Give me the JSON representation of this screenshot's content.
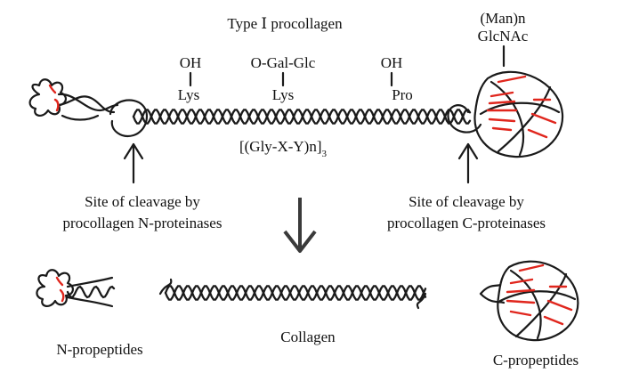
{
  "title": "Type Ⅰ procollagen",
  "modifications": {
    "carbohydrate_top": "(Man)n",
    "carbohydrate_bottom": "GlcNAc",
    "lys_oh_group": "OH",
    "lys_oh_residue": "Lys",
    "lys_sugar_group": "O-Gal-Glc",
    "lys_sugar_residue": "Lys",
    "pro_oh_group": "OH",
    "pro_oh_residue": "Pro"
  },
  "repeat": {
    "formula": "[(Gly-X-Y)n]",
    "subscript": "3"
  },
  "cleavage": {
    "n_line1": "Site of cleavage by",
    "n_line2": "procollagen N-proteinases",
    "c_line1": "Site of cleavage by",
    "c_line2": "procollagen C-proteinases"
  },
  "products": {
    "n_propeptides": "N-propeptides",
    "collagen": "Collagen",
    "c_propeptides": "C-propeptides"
  },
  "colors": {
    "ink": "#1a1a1a",
    "accent": "#e0261d"
  }
}
